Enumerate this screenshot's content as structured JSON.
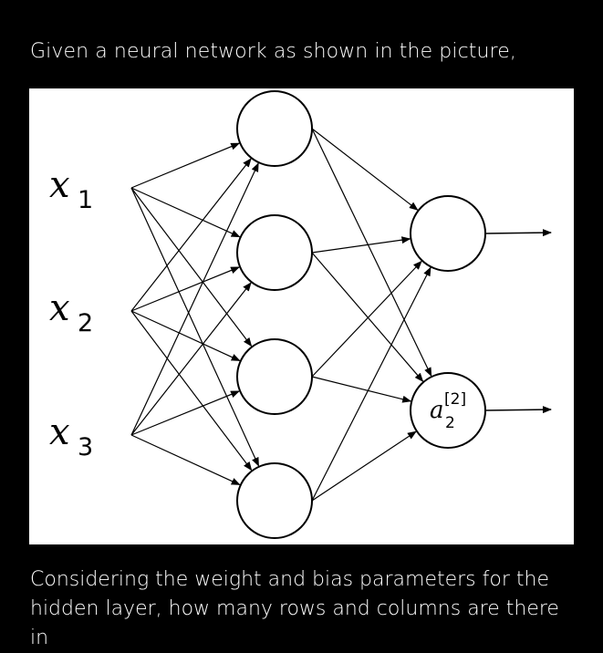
{
  "intro_text": "Given a neural network as shown in the picture,",
  "question_text": "Considering the weight and bias parameters for the hidden layer, how many rows and columns are there in",
  "diagram": {
    "inputs": [
      {
        "name": "x",
        "sub": "1"
      },
      {
        "name": "x",
        "sub": "2"
      },
      {
        "name": "x",
        "sub": "3"
      }
    ],
    "hidden_node_count": 4,
    "output_nodes": [
      {
        "main": "",
        "sup": "",
        "sub": ""
      },
      {
        "main": "a",
        "sup": "[2]",
        "sub": "2"
      }
    ],
    "colors": {
      "background": "#000000",
      "figure_background": "#ffffff",
      "stroke": "#000000",
      "text": "#ffffff"
    }
  }
}
